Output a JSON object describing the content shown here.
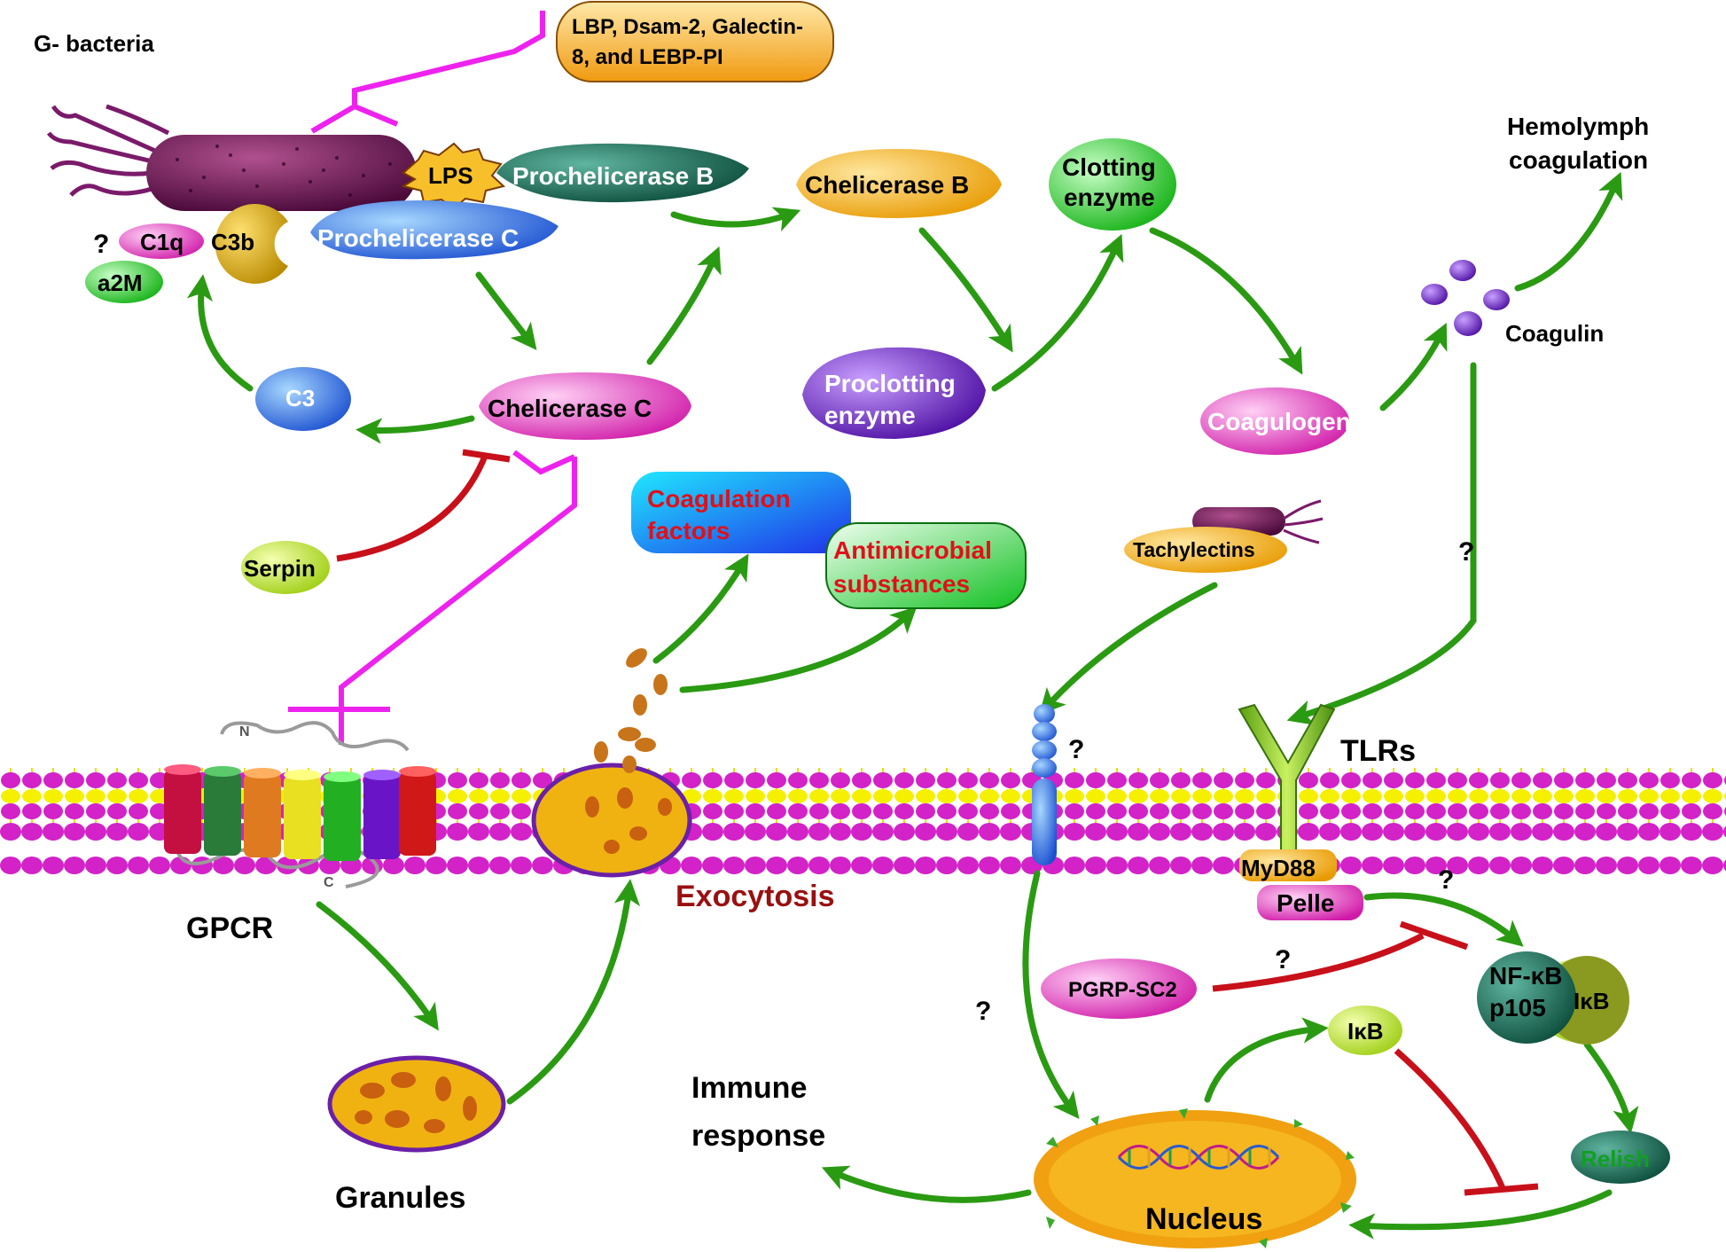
{
  "labels": {
    "g_bacteria": "G- bacteria",
    "lbp_line1": "LBP, Dsam-2, Galectin-",
    "lbp_line2": "8, and LEBP-PI",
    "lps": "LPS",
    "prochelicerase_b": "Prochelicerase B",
    "prochelicerase_c": "Prochelicerase C",
    "c1q": "C1q",
    "c3b": "C3b",
    "a2m": "a2M",
    "q_a2m": "?",
    "c3": "C3",
    "chelicerase_c": "Chelicerase  C",
    "chelicerase_b": "Chelicerase  B",
    "clotting_line1": "Clotting",
    "clotting_line2": "enzyme",
    "proclotting_line1": "Proclotting",
    "proclotting_line2": "enzyme",
    "coagulogen": "Coagulogen",
    "coagulin": "Coagulin",
    "hemolymph_line1": "Hemolymph",
    "hemolymph_line2": "coagulation",
    "serpin": "Serpin",
    "coag_factors_line1": "Coagulation",
    "coag_factors_line2": "factors",
    "antimicrobial_line1": "Antimicrobial",
    "antimicrobial_line2": "substances",
    "tachylectins": "Tachylectins",
    "q_coagulin": "?",
    "q_receptor": "?",
    "tlrs": "TLRs",
    "gpcr_n": "N",
    "gpcr_c": "C",
    "gpcr": "GPCR",
    "exocytosis": "Exocytosis",
    "myd88": "MyD88",
    "pelle": "Pelle",
    "q_pelle": "?",
    "pgrp": "PGRP-SC2",
    "q_pgrp": "?",
    "nfkb_line1": "NF-κB",
    "nfkb_line2": "p105",
    "ikb_complex": "IκB",
    "q_nucleus": "?",
    "ikb": "IκB",
    "relish": "Relish",
    "granules": "Granules",
    "immune_line1": "Immune",
    "immune_line2": "response",
    "nucleus": "Nucleus"
  },
  "colors": {
    "arrow_green": "#2a9a12",
    "inhibit_red": "#c8101a",
    "binding_magenta": "#ee22ee",
    "membrane_head": "#d322c8",
    "membrane_tail": "#f5f000",
    "label_red": "#e0101a",
    "exocytosis_text": "#9a1010"
  }
}
